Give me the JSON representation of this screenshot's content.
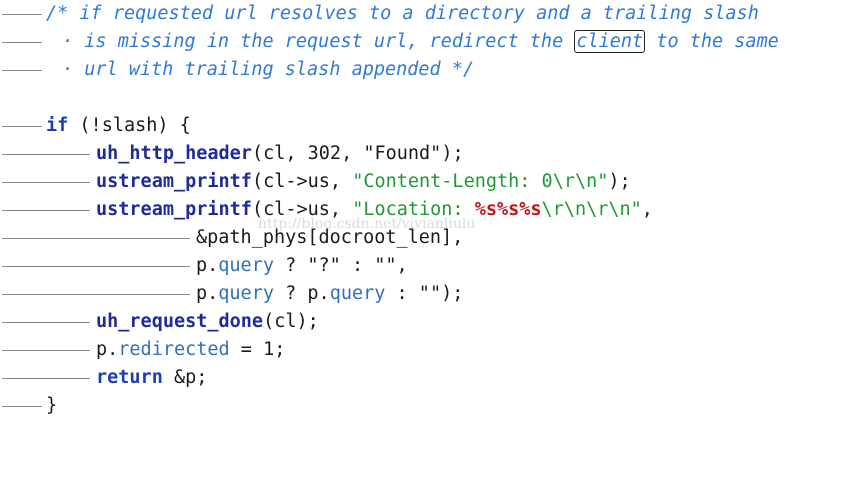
{
  "comment": {
    "l1": "/* if requested url resolves to a directory and a trailing slash",
    "l2_pre": "is missing in the request url, redirect the ",
    "l2_box": "client",
    "l2_post": " to the same",
    "l3": "url with trailing slash appended */"
  },
  "code": {
    "if_kw": "if",
    "if_rest": " (!slash) {",
    "h_fn": "uh_http_header",
    "h_open": "(cl, ",
    "h_num": "302",
    "h_sep": ", ",
    "h_str": "\"Found\"",
    "h_close": ");",
    "p1_fn": "ustream_printf",
    "p1_args": "(cl->us, ",
    "p1_str1": "\"Content-Length: ",
    "p1_num": "0",
    "p1_esc": "\\r\\n",
    "p1_str2": "\"",
    "p1_close": ");",
    "p2_fn": "ustream_printf",
    "p2_args": "(cl->us, ",
    "p2_str1": "\"Location: ",
    "p2_fmt": "%s%s%s",
    "p2_esc": "\\r\\n\\r\\n",
    "p2_str2": "\"",
    "p2_close": ",",
    "a1": "&path_phys[docroot_len],",
    "a2_p": "p",
    "a2_dot": ".",
    "a2_field": "query",
    "a2_rest": " ? \"?\" : \"\",",
    "a3_p": "p",
    "a3_dot": ".",
    "a3_field": "query",
    "a3_mid": " ? p",
    "a3_dot2": ".",
    "a3_field2": "query",
    "a3_rest": " : \"\");",
    "done_fn": "uh_request_done",
    "done_rest": "(cl);",
    "r_p": "p",
    "r_dot": ".",
    "r_field": "redirected",
    "r_rest": " = 1;",
    "ret_kw": "return",
    "ret_rest": " &p;",
    "close": "}"
  },
  "watermark": "http://blog.csdn.net/vivianliulu"
}
